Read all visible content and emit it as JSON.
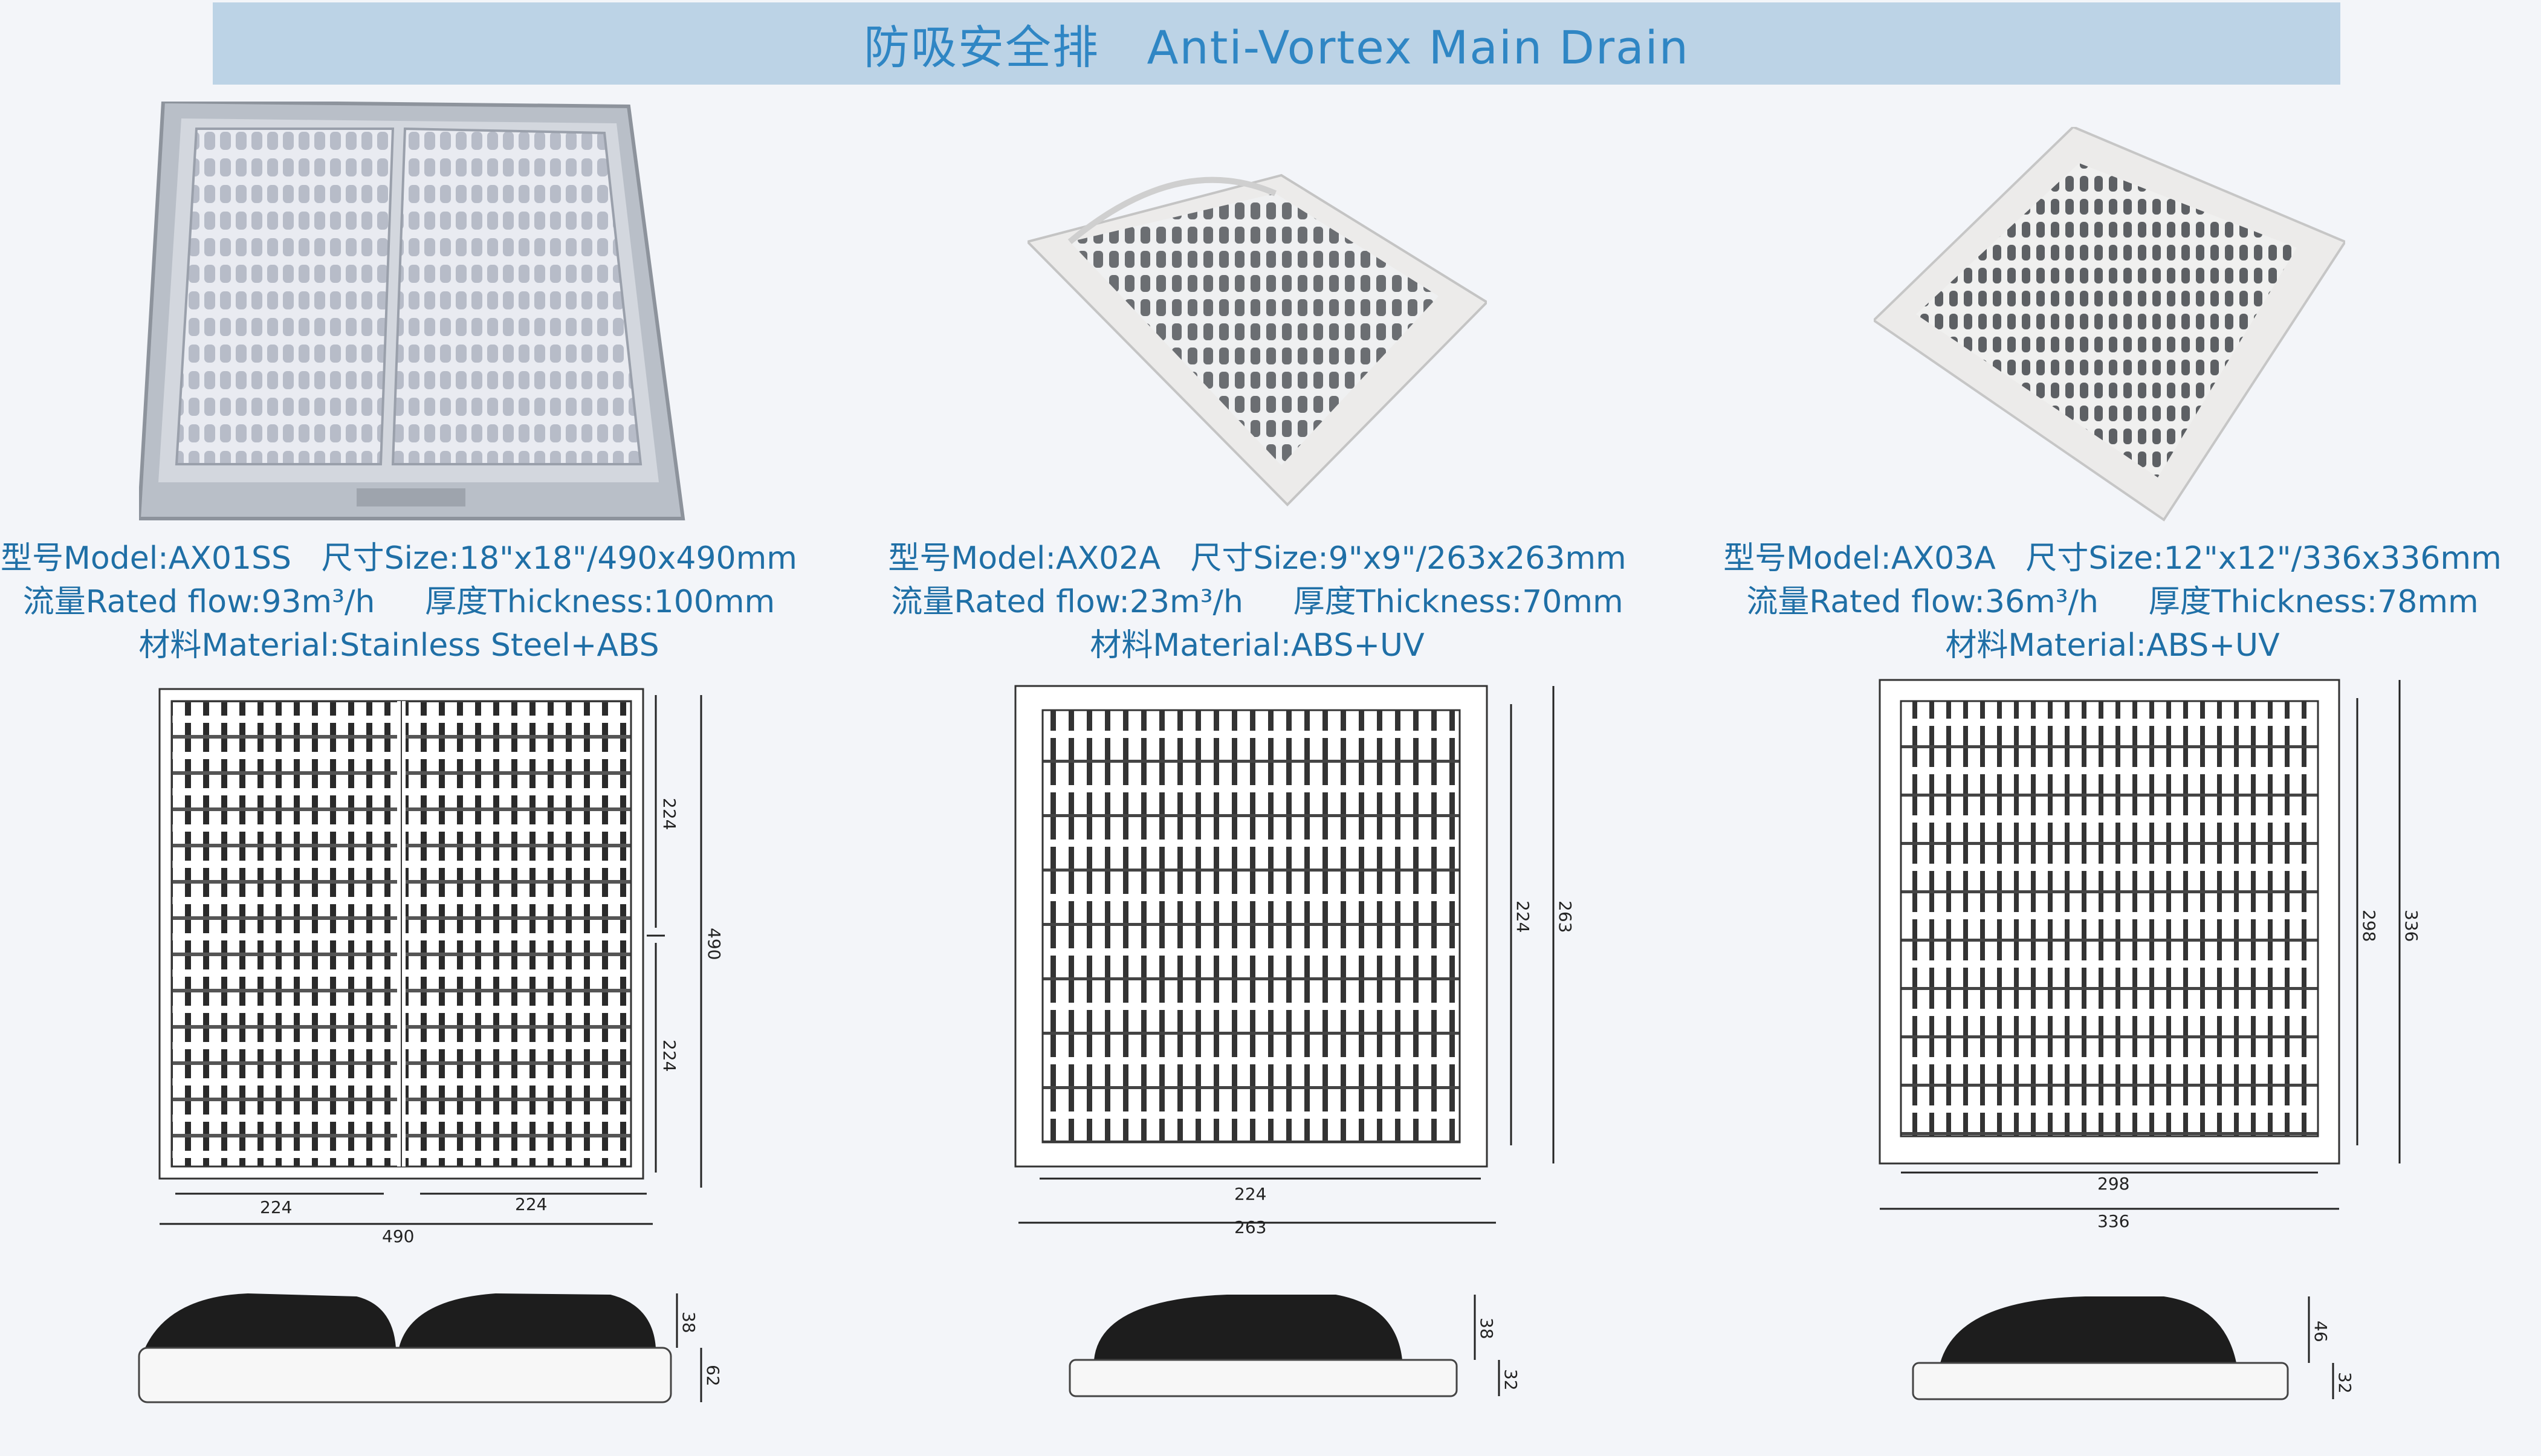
{
  "header": {
    "title": "防吸安全排   Anti-Vortex Main Drain"
  },
  "accent_color": "#2f86c4",
  "products": [
    {
      "spec_line1": "型号Model:AX01SS   尺寸Size:18\"x18\"/490x490mm",
      "spec_line2": "流量Rated flow:93m³/h     厚度Thickness:100mm",
      "spec_line3": "材料Material:Stainless Steel+ABS",
      "top_dims": {
        "upper": "224",
        "lower": "224",
        "total": "490"
      },
      "bottom_dims": {
        "left": "224",
        "right": "224",
        "total": "490"
      },
      "profile_dims": {
        "a": "38",
        "b": "62"
      }
    },
    {
      "spec_line1": "型号Model:AX02A   尺寸Size:9\"x9\"/263x263mm",
      "spec_line2": "流量Rated flow:23m³/h     厚度Thickness:70mm",
      "spec_line3": "材料Material:ABS+UV",
      "side_dims": {
        "inner": "224",
        "outer": "263"
      },
      "bottom_dims": {
        "inner": "224",
        "outer": "263"
      },
      "profile_dims": {
        "a": "38",
        "b": "32"
      }
    },
    {
      "spec_line1": "型号Model:AX03A   尺寸Size:12\"x12\"/336x336mm",
      "spec_line2": "流量Rated flow:36m³/h     厚度Thickness:78mm",
      "spec_line3": "材料Material:ABS+UV",
      "side_dims": {
        "inner": "298",
        "outer": "336"
      },
      "bottom_dims": {
        "inner": "298",
        "outer": "336"
      },
      "profile_dims": {
        "a": "46",
        "b": "32"
      }
    }
  ]
}
